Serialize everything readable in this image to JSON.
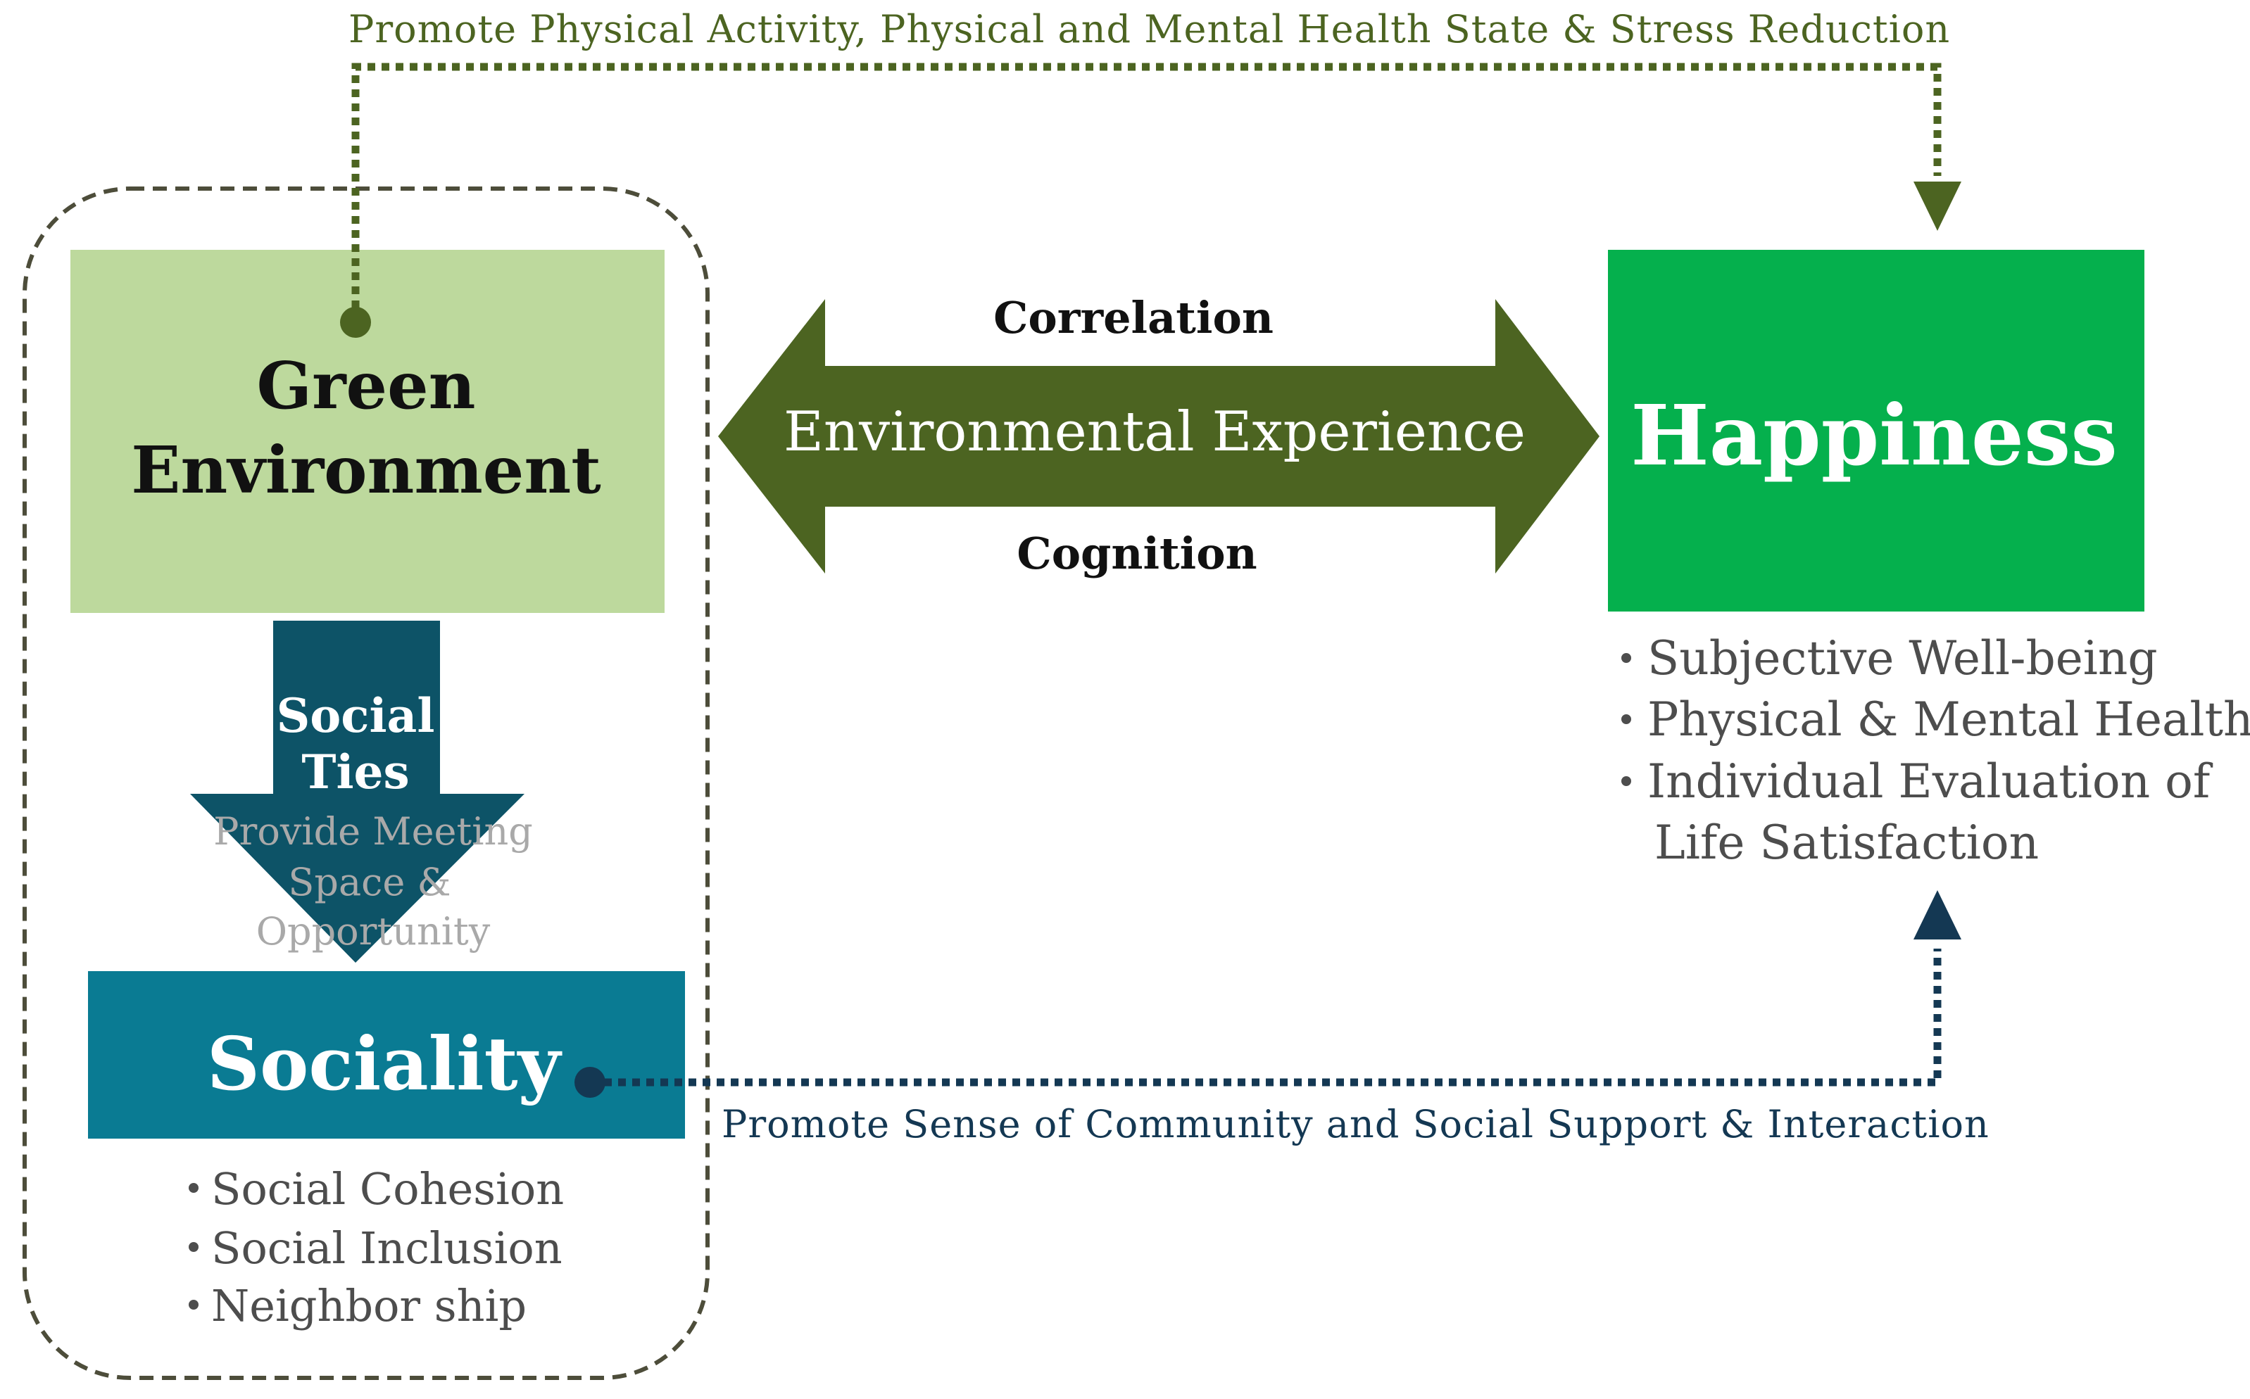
{
  "top_path_label": "Promote Physical Activity,  Physical and Mental  Health State & Stress Reduction",
  "bottom_path_label": "Promote Sense of Community and Social Support & Interaction",
  "green_environment": {
    "line1": "Green",
    "line2": "Environment",
    "color": "#bdd99d"
  },
  "double_arrow": {
    "top_label": "Correlation",
    "center_label": "Environmental Experience",
    "bottom_label": "Cognition",
    "color": "#4c6421"
  },
  "happiness": {
    "title": "Happiness",
    "color": "#05b04d",
    "bullets": [
      "Subjective Well-being",
      "Physical & Mental Health",
      "Individual Evaluation of",
      "Life Satisfaction"
    ]
  },
  "social_ties_arrow": {
    "line1": "Social",
    "line2": "Ties",
    "sub1": "Provide Meeting",
    "sub2": "Space &",
    "sub3": "Opportunity",
    "color": "#0d5367"
  },
  "sociality": {
    "title": "Sociality",
    "color": "#0a7b93",
    "bullets": [
      "Social Cohesion",
      "Social Inclusion",
      "Neighbor ship"
    ]
  },
  "colors": {
    "top_path": "#4c6421",
    "bottom_path": "#143853",
    "text_grey": "#4d4d4d",
    "group_outline": "#4d4d3a"
  }
}
